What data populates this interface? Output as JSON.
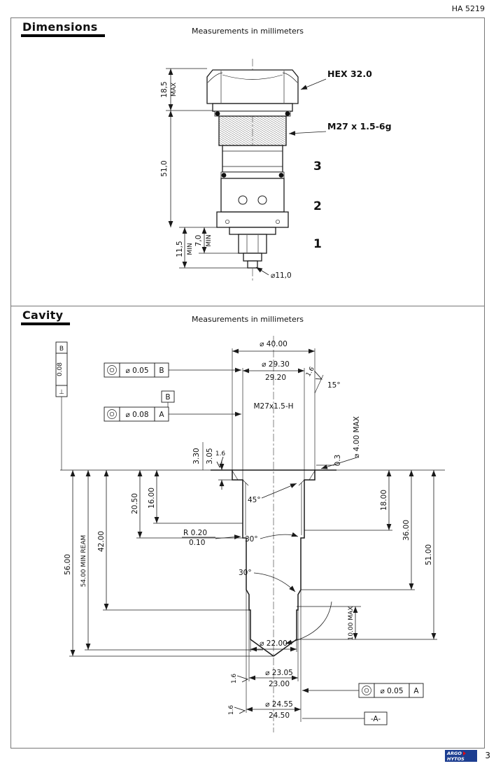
{
  "page": {
    "doc_ref": "HA 5219",
    "page_number": "3",
    "brand_top": "ARGO",
    "brand_bottom": "HYTOS"
  },
  "icons": {
    "concentricity_icon": "double-circle",
    "surface_finish_icon": "check-mark",
    "perpendicularity_icon": "⊥"
  },
  "dimensions": {
    "title": "Dimensions",
    "subtitle": "Measurements in millimeters",
    "hex_label": "HEX 32.0",
    "thread_label": "M27 x 1.5-6g",
    "port_3": "3",
    "port_2": "2",
    "port_1": "1",
    "head_height": "18,5",
    "head_height_qual": "MAX",
    "body_length": "51,0",
    "stem_length": "11,5",
    "stem_length_qual": "MIN",
    "stem_step": "7,0",
    "stem_step_qual": "MIN",
    "stem_dia": "⌀11,0"
  },
  "cavity": {
    "title": "Cavity",
    "subtitle": "Measurements in millimeters",
    "dia_40": "⌀ 40.00",
    "dia_29_upper": "⌀ 29.30",
    "dia_29_lower": "29.20",
    "angle_15": "15°",
    "finish_1_6": "1.6",
    "thread": "M27x1.5-H",
    "dia_4_max": "⌀ 4.00 MAX",
    "step_0_3": "0.3",
    "depth_3_upper": "3.30",
    "depth_3_lower": "3.05",
    "depth_16": "16.00",
    "depth_20_5": "20.50",
    "angle_45": "45°",
    "radius_upper": "R 0.20",
    "radius_lower": "0.10",
    "angle_30_upper": "30°",
    "angle_30_lower": "30°",
    "depth_42": "42.00",
    "depth_54": "54.00 MIN REAM",
    "depth_56": "56.00",
    "depth_18": "18.00",
    "depth_36": "36.00",
    "depth_51": "51.00",
    "depth_10_max": "10.00 MAX",
    "dia_22": "⌀ 22.00",
    "dia_23_upper": "⌀ 23.05",
    "dia_23_lower": "23.00",
    "dia_24_upper": "⌀ 24.55",
    "dia_24_lower": "24.50",
    "datum_a": "-A-",
    "datum_b": "B",
    "fcf_perp_symbol": "⊥",
    "fcf_perp_tol": "0.08",
    "fcf_perp_datum": "B",
    "fcf_conc1_tol": "⌀ 0.05",
    "fcf_conc1_datum": "B",
    "fcf_conc2_tol": "⌀ 0.08",
    "fcf_conc2_datum": "A",
    "fcf_conc3_tol": "⌀ 0.05",
    "fcf_conc3_datum": "A"
  }
}
